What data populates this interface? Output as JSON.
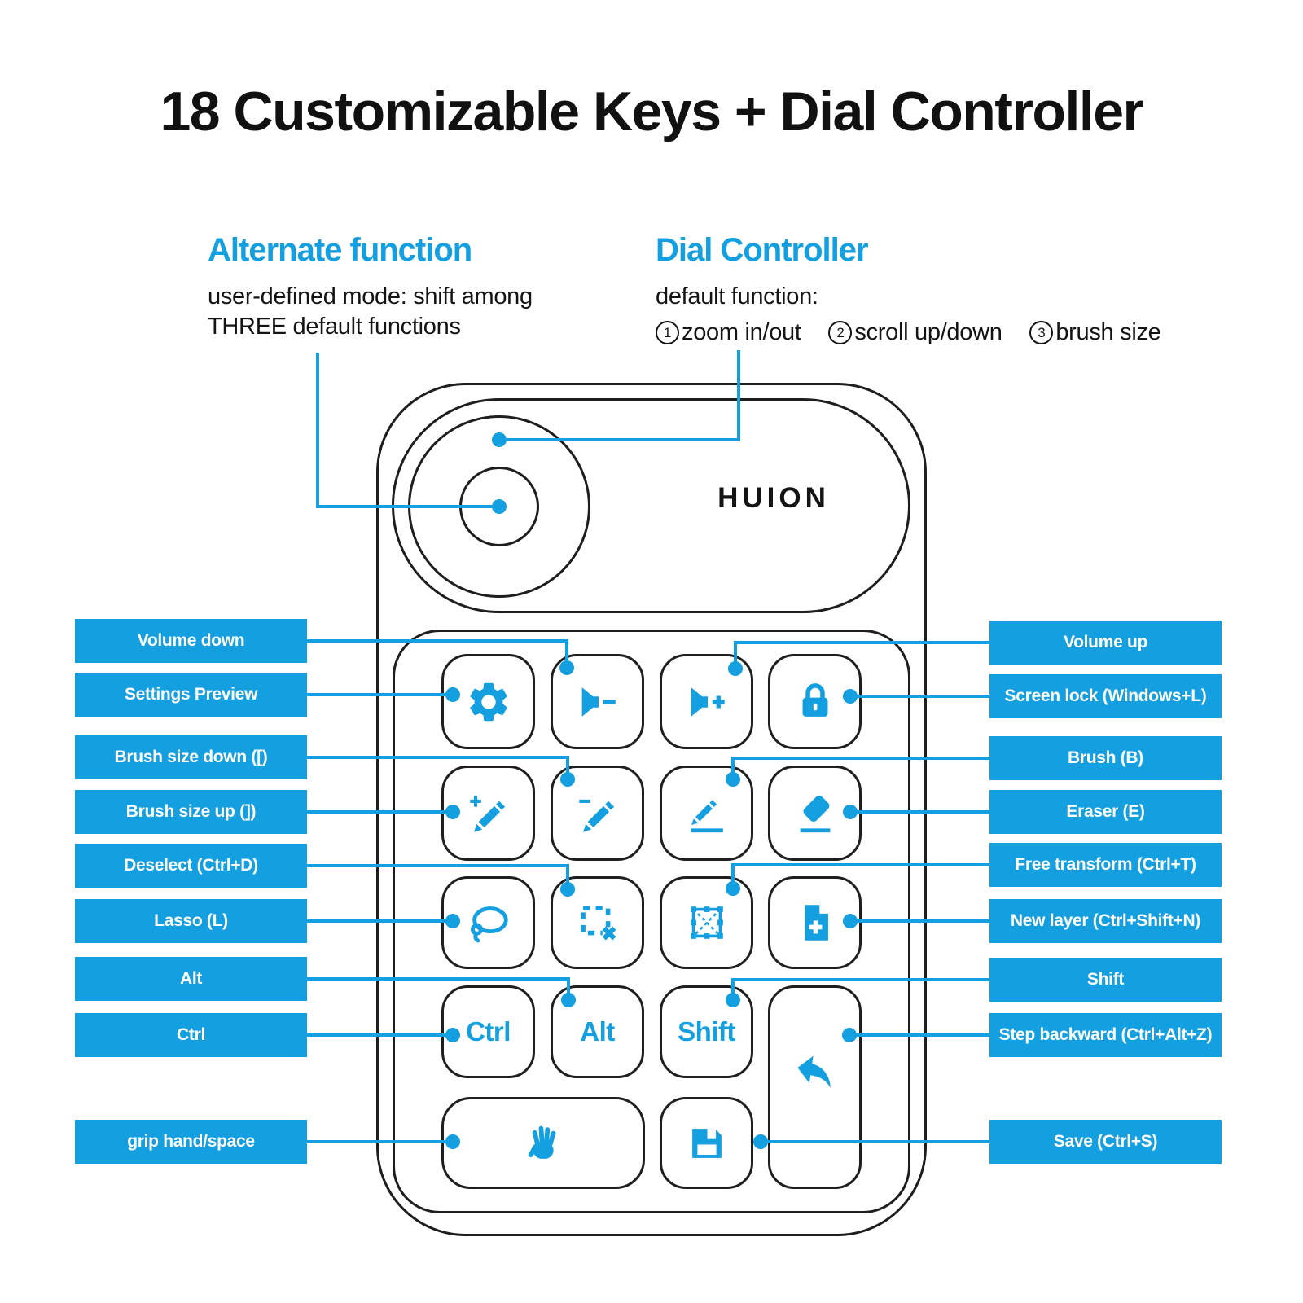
{
  "title": "18 Customizable Keys + Dial Controller",
  "colors": {
    "accent": "#149FE0",
    "outline": "#1E1E1E",
    "text": "#141414"
  },
  "device": {
    "logo": "HUION"
  },
  "alternate_function": {
    "heading": "Alternate function",
    "body_line1": "user-defined mode: shift among",
    "body_line2": "THREE default functions"
  },
  "dial_controller": {
    "heading": "Dial Controller",
    "body_line1": "default function:",
    "items": [
      {
        "num": "1",
        "text": "zoom in/out"
      },
      {
        "num": "2",
        "text": "scroll up/down"
      },
      {
        "num": "3",
        "text": "brush size"
      }
    ]
  },
  "keys": [
    {
      "id": "settings",
      "icon": "gear-icon"
    },
    {
      "id": "volume-down",
      "icon": "volume-minus-icon"
    },
    {
      "id": "volume-up",
      "icon": "volume-plus-icon"
    },
    {
      "id": "screen-lock",
      "icon": "lock-icon"
    },
    {
      "id": "brush-size-up",
      "icon": "pencil-plus-icon"
    },
    {
      "id": "brush-size-down",
      "icon": "pencil-minus-icon"
    },
    {
      "id": "brush",
      "icon": "pencil-icon"
    },
    {
      "id": "eraser",
      "icon": "eraser-icon"
    },
    {
      "id": "lasso",
      "icon": "lasso-icon"
    },
    {
      "id": "deselect",
      "icon": "deselect-icon"
    },
    {
      "id": "free-transform",
      "icon": "free-transform-icon"
    },
    {
      "id": "new-layer",
      "icon": "new-layer-icon"
    },
    {
      "id": "ctrl",
      "text": "Ctrl"
    },
    {
      "id": "alt",
      "text": "Alt"
    },
    {
      "id": "shift",
      "text": "Shift"
    },
    {
      "id": "step-backward",
      "icon": "undo-arrow-icon"
    },
    {
      "id": "grip-hand",
      "icon": "hand-icon"
    },
    {
      "id": "save",
      "icon": "floppy-icon"
    }
  ],
  "labels_left": [
    {
      "text": "Volume down"
    },
    {
      "text": "Settings Preview"
    },
    {
      "text": "Brush size down ([)"
    },
    {
      "text": "Brush size up (])"
    },
    {
      "text": "Deselect (Ctrl+D)"
    },
    {
      "text": "Lasso (L)"
    },
    {
      "text": "Alt"
    },
    {
      "text": "Ctrl"
    },
    {
      "text": "grip hand/space"
    }
  ],
  "labels_right": [
    {
      "text": "Volume up"
    },
    {
      "text": "Screen lock (Windows+L)"
    },
    {
      "text": "Brush (B)"
    },
    {
      "text": "Eraser (E)"
    },
    {
      "text": "Free transform (Ctrl+T)"
    },
    {
      "text": "New layer (Ctrl+Shift+N)"
    },
    {
      "text": "Shift"
    },
    {
      "text": "Step backward (Ctrl+Alt+Z)"
    },
    {
      "text": "Save (Ctrl+S)"
    }
  ]
}
